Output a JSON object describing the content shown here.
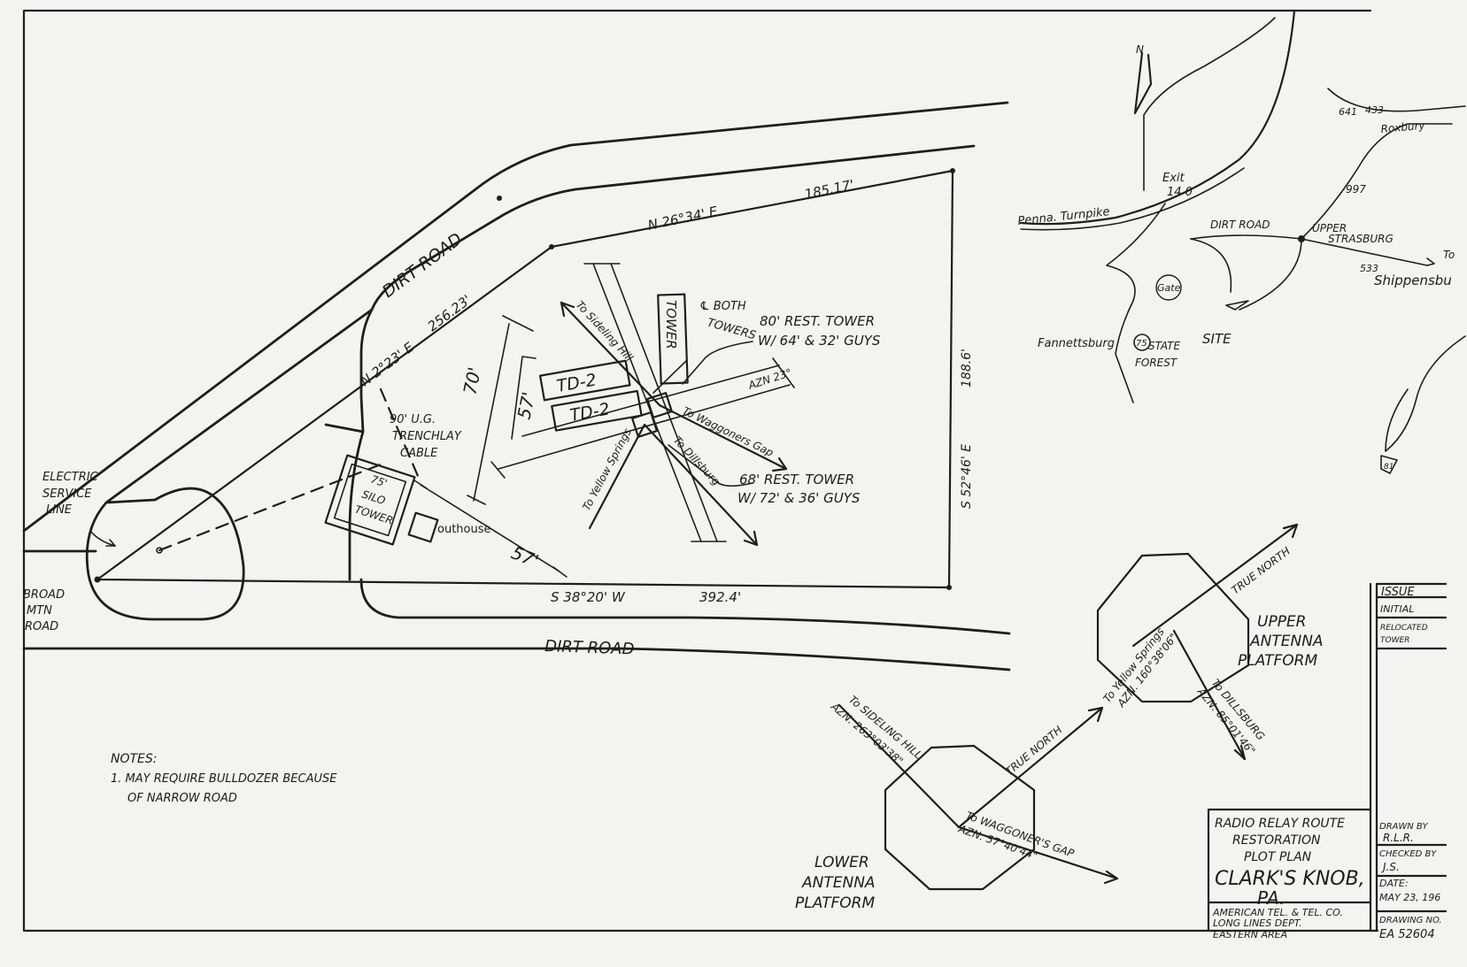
{
  "plot": {
    "road_top": "DIRT ROAD",
    "road_bottom": "DIRT ROAD",
    "broad_mtn_road": [
      "BROAD",
      "MTN",
      "ROAD"
    ],
    "electric_service": [
      "ELECTRIC",
      "SERVICE",
      "LINE"
    ],
    "bearing_n2": "N 2°23' E",
    "len_256": "256.23'",
    "bearing_n26": "N 26°34' E",
    "len_185": "185.17'",
    "bearing_s52": "S 52°46' E",
    "len_188": "188.6'",
    "bearing_s38": "S 38°20' W",
    "len_392": "392.4'",
    "trench": [
      "90' U.G.",
      "TRENCHLAY",
      "CABLE"
    ],
    "silo": [
      "75'",
      "SILO",
      "TOWER"
    ],
    "outhouse": "outhouse",
    "dim_57_bottom": "57'",
    "dim_70": "70'",
    "dim_57_left": "57'",
    "td2_a": "TD-2",
    "td2_b": "TD-2",
    "tower_label": "TOWER",
    "both_towers": [
      "℄ BOTH",
      "TOWERS"
    ],
    "tower80": [
      "80' REST. TOWER",
      "W/ 64' & 32' GUYS"
    ],
    "tower68": [
      "68' REST. TOWER",
      "W/ 72' & 36' GUYS"
    ],
    "azn23": "AZN 23°",
    "to_sideling": "To Sideling Hill",
    "to_waggoners": "To Waggoners Gap",
    "to_yellow": "To Yellow Springs",
    "to_dillsburg": "To Dillsburg"
  },
  "notes": {
    "heading": "NOTES:",
    "line1": "1. MAY REQUIRE BULLDOZER BECAUSE",
    "line2": "OF NARROW ROAD"
  },
  "location_map": {
    "north": "N",
    "turnpike": "Penna. Turnpike",
    "exit": "Exit",
    "exit_num": "14 0",
    "dirt_road": "DIRT ROAD",
    "upper_strasburg": [
      "UPPER",
      "STRASBURG"
    ],
    "route_997": "997",
    "route_641": "641",
    "route_433": "433",
    "route_533": "533",
    "route_75": "75",
    "route_81": "81",
    "roxbury": "Roxbury",
    "to": "To",
    "shippensburg": "Shippensbu",
    "fannettsburg": "Fannettsburg",
    "state_forest": [
      "STATE",
      "FOREST"
    ],
    "gate": "Gate",
    "site": "SITE"
  },
  "platforms": {
    "upper_label": [
      "UPPER",
      "ANTENNA",
      "PLATFORM"
    ],
    "lower_label": [
      "LOWER",
      "ANTENNA",
      "PLATFORM"
    ],
    "true_north_upper": "TRUE NORTH",
    "true_north_lower": "TRUE NORTH",
    "yellow_springs": [
      "To Yellow Springs",
      "AZN. 160°38'06\""
    ],
    "dillsburg": [
      "To DILLSBURG",
      "AZN. 85°01'46\""
    ],
    "sideling": [
      "To SIDELING HILL",
      "AZN. 263°03'38\""
    ],
    "waggoners": [
      "To WAGGONER'S GAP",
      "AZN. 57°40'44\""
    ]
  },
  "title_block": {
    "title": [
      "RADIO RELAY ROUTE",
      "RESTORATION",
      "PLOT PLAN"
    ],
    "location": [
      "CLARK'S KNOB,",
      "PA."
    ],
    "company": [
      "AMERICAN TEL. & TEL. CO.",
      "LONG LINES DEPT.",
      "EASTERN AREA"
    ],
    "drawn_by_label": "DRAWN BY",
    "drawn_by": "R.L.R.",
    "checked_by_label": "CHECKED BY",
    "checked_by": "J.S.",
    "date_label": "DATE:",
    "date": "MAY 23, 196",
    "drawing_no_label": "DRAWING NO.",
    "drawing_no": "EA 52604",
    "issue_header": "ISSUE",
    "issue_1": "INITIAL",
    "issue_2": "RELOCATED",
    "issue_3": "TOWER"
  }
}
